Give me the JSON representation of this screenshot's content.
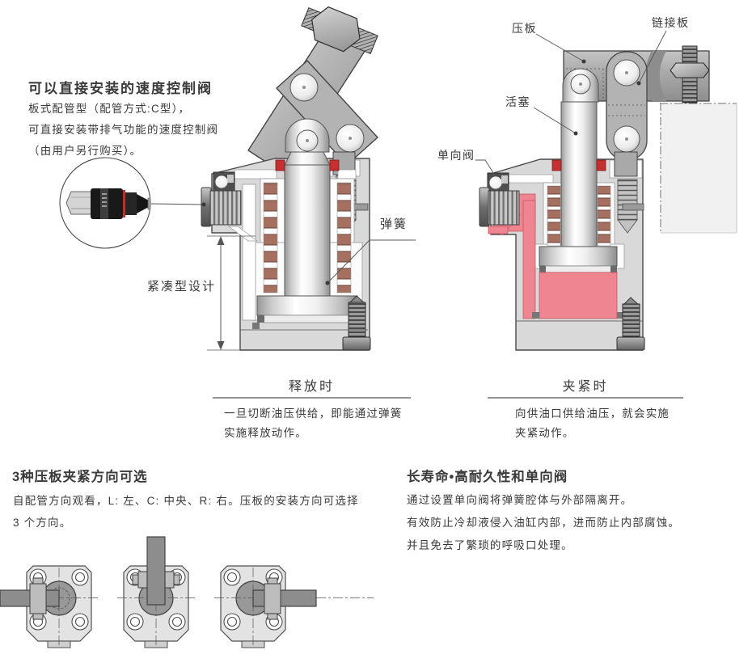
{
  "colors": {
    "spring_brown": "#a5705f",
    "fluid_pink": "#ee8590",
    "body_gray": "#d9d9d9",
    "text": "#3a3a3a",
    "seal_red": "#c62f2f"
  },
  "intro": {
    "title": "可以直接安装的速度控制阀",
    "lines": [
      "板式配管型（配管方式:C型），",
      "可直接安装带排气功能的速度控制阀",
      "（由用户另行购买）。"
    ]
  },
  "left_diagram": {
    "compact_label": "紧凑型设计",
    "spring_label": "弹簧",
    "caption": "释放时",
    "desc": [
      "一旦切断油压供给，即能通过弹簧",
      "实施释放动作。"
    ]
  },
  "right_diagram": {
    "pressure_plate_label": "压板",
    "link_plate_label": "链接板",
    "piston_label": "活塞",
    "check_valve_label": "单向阀",
    "caption": "夹紧时",
    "desc": [
      "向供油口供给油压，就会实施",
      "夹紧动作。"
    ]
  },
  "directions": {
    "title": "3种压板夹紧方向可选",
    "lines": [
      "自配管方向观看，L: 左、C: 中央、R: 右。压板的安装方向可选择",
      "3 个方向。"
    ]
  },
  "durability": {
    "title": "长寿命•高耐久性和单向阀",
    "lines": [
      "通过设置单向阀将弹簧腔体与外部隔离开。",
      "有效防止冷却液侵入油缸内部，进而防止内部腐蚀。",
      "并且免去了繁琐的呼吸口处理。"
    ]
  }
}
